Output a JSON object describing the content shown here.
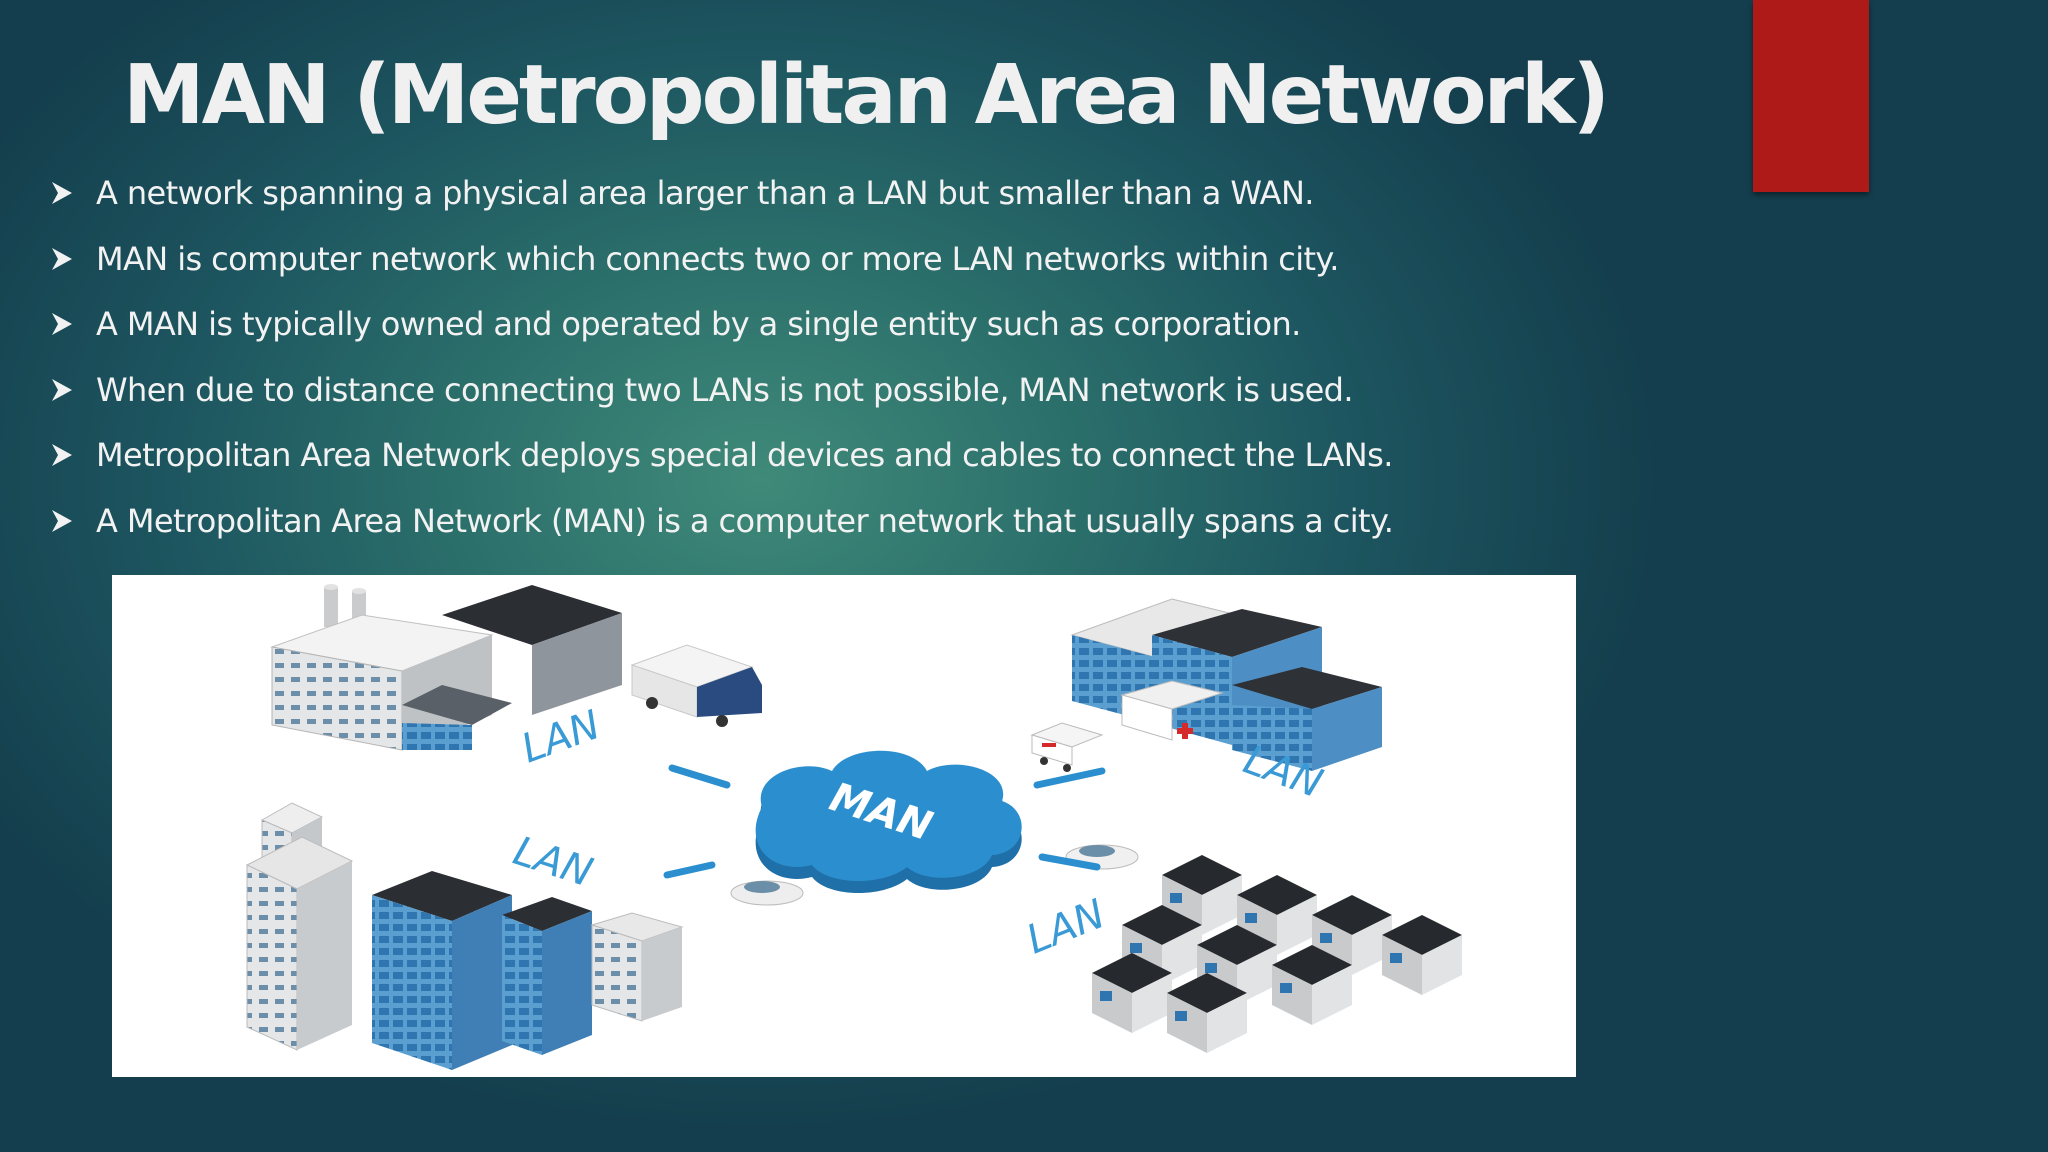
{
  "slide": {
    "title": "MAN (Metropolitan Area Network)",
    "bullets": [
      "A network spanning a physical area larger than a LAN but smaller than a WAN.",
      "MAN is computer network which connects two or more LAN networks within city.",
      "A MAN is typically owned and operated by a single entity such as corporation.",
      "When due to distance connecting two LANs is not possible, MAN network is used.",
      "Metropolitan Area Network deploys special devices and cables to connect the LANs.",
      "A Metropolitan Area Network (MAN) is a computer network that usually spans a city."
    ],
    "bullet_icon": "arrow-bullet-icon",
    "accent_color": "#ad1a17"
  },
  "diagram": {
    "center_label": "MAN",
    "lan_labels": [
      "LAN",
      "LAN",
      "LAN",
      "LAN"
    ],
    "nodes": [
      "factory",
      "hospital",
      "office-towers",
      "residential-houses"
    ],
    "colors": {
      "network_blue": "#2b8fcf",
      "label_blue": "#3a9ad6"
    }
  }
}
